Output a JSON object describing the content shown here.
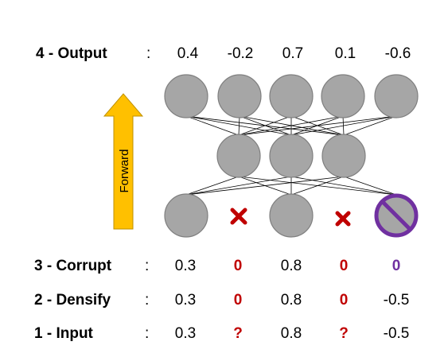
{
  "rows": {
    "output": {
      "label": "4 - Output",
      "colon": ":",
      "values": [
        "0.4",
        "-0.2",
        "0.7",
        "0.1",
        "-0.6"
      ]
    },
    "corrupt": {
      "label": "3 - Corrupt",
      "colon": ":",
      "values": [
        "0.3",
        "0",
        "0.8",
        "0",
        "0"
      ]
    },
    "densify": {
      "label": "2 - Densify",
      "colon": ":",
      "values": [
        "0.3",
        "0",
        "0.8",
        "0",
        "-0.5"
      ]
    },
    "input": {
      "label": "1 - Input",
      "colon": ":",
      "values": [
        "0.3",
        "?",
        "0.8",
        "?",
        "-0.5"
      ]
    }
  },
  "arrow": {
    "label": "Forward",
    "color": "#ffc000"
  },
  "colors": {
    "node": "#a6a6a6",
    "cross": "#c00000",
    "blocked": "#7030a0"
  },
  "icons": {
    "dropped": "cross-icon",
    "masked": "prohibited-icon"
  }
}
